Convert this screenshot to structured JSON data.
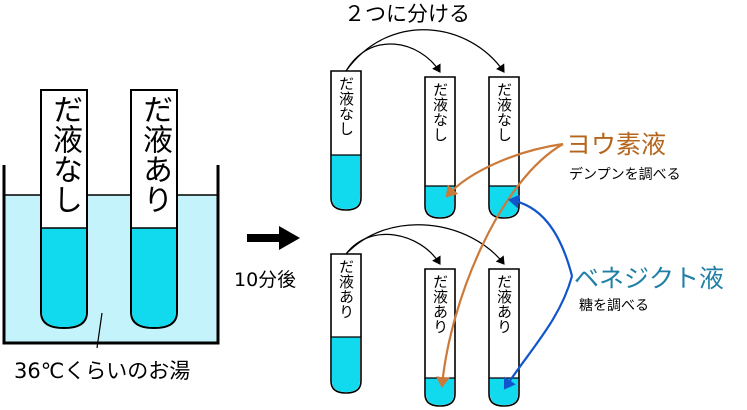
{
  "diagram": {
    "colors": {
      "water": "#c5f3fb",
      "liquid": "#11d9ee",
      "iodine_arrow": "#cc7a3a",
      "benedict_arrow": "#1155cc",
      "iodine_text": "#b5651d",
      "benedict_text": "#1f7fa6"
    },
    "split_label": "２つに分ける",
    "time_label": "10分後",
    "bath_label": "36℃くらいのお湯",
    "bath_tubes": [
      "だ液なし",
      "だ液あり"
    ],
    "top_row_tubes": [
      "だ液なし",
      "だ液なし",
      "だ液なし"
    ],
    "bottom_row_tubes": [
      "だ液あり",
      "だ液あり",
      "だ液あり"
    ],
    "iodine": {
      "name": "ヨウ素液",
      "desc": "デンプンを調べる"
    },
    "benedict": {
      "name": "ベネジクト液",
      "desc": "糖を調べる"
    }
  }
}
